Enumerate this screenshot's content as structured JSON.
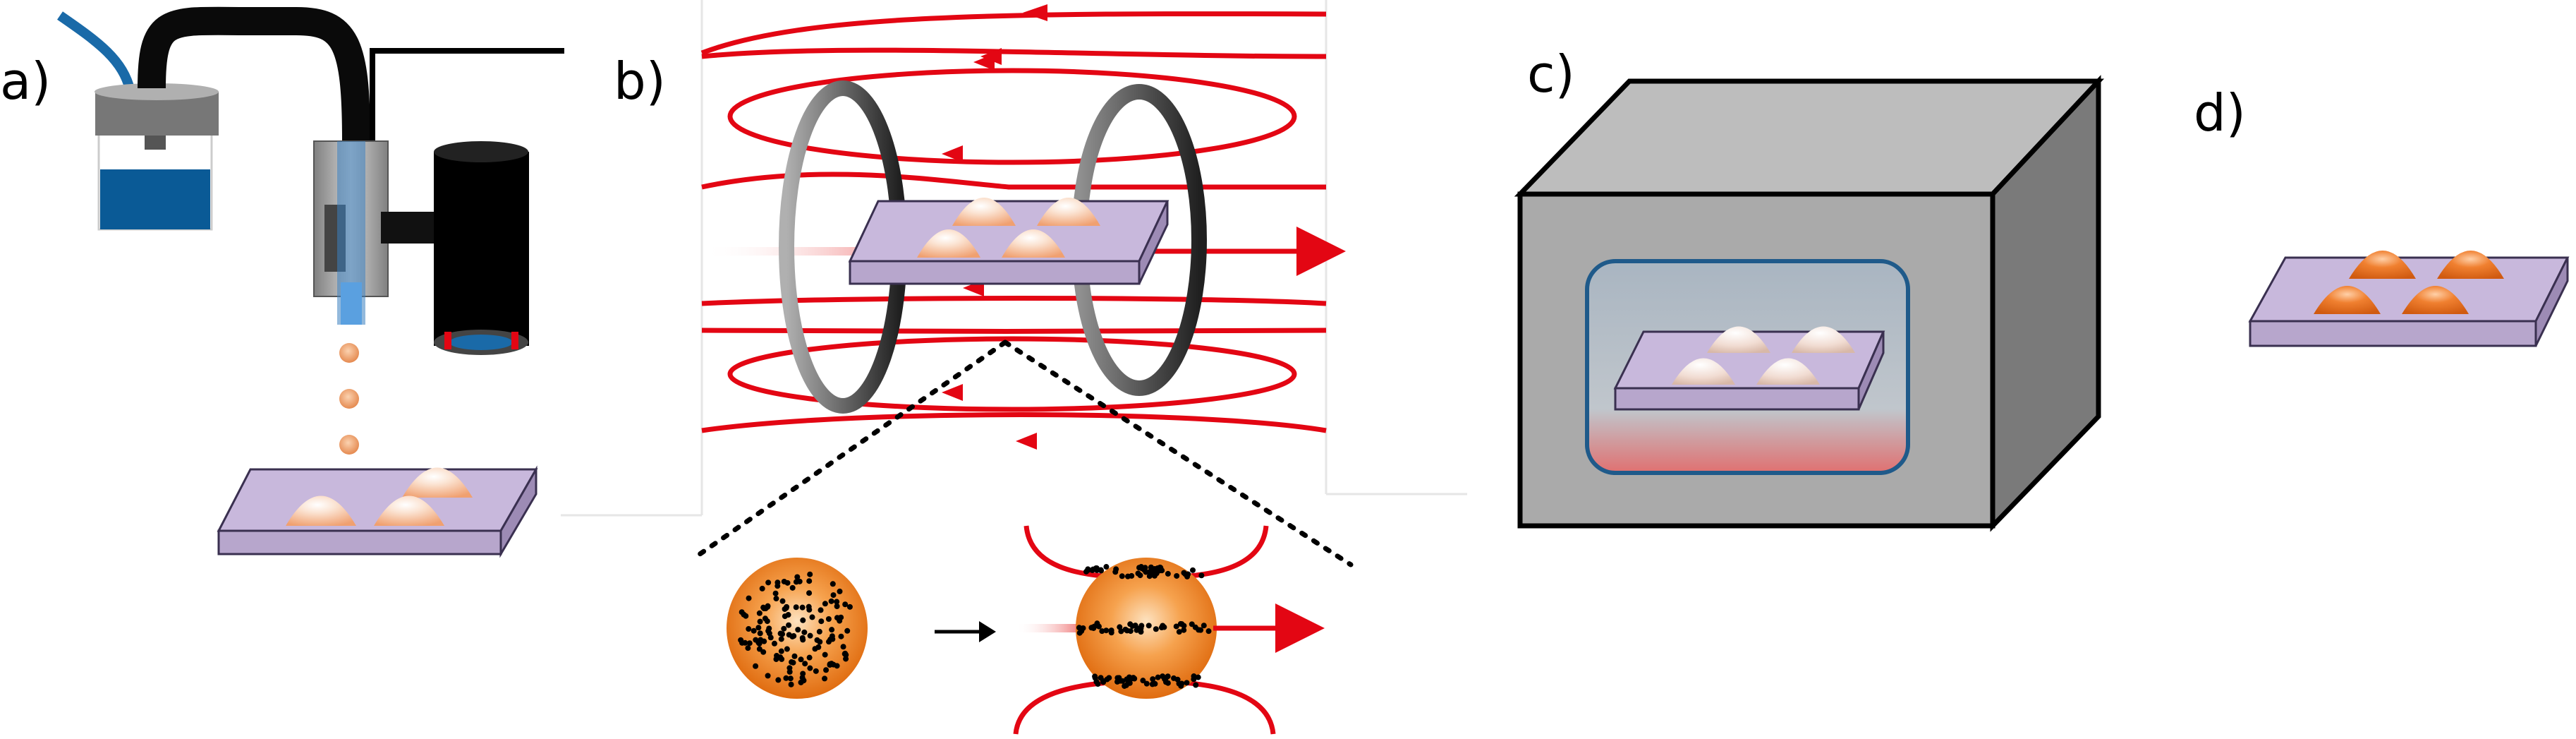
{
  "panels": {
    "a": {
      "label": "a)"
    },
    "b": {
      "label": "b)"
    },
    "c": {
      "label": "c)"
    },
    "d": {
      "label": "d)"
    }
  },
  "colors": {
    "field_line": "#e30613",
    "substrate_top": "#c8b8dc",
    "substrate_edge": "#3a3050",
    "droplet_light": "#f5c8a8",
    "droplet_orange": "#f07820",
    "oven_front": "#aaaaaa",
    "oven_top": "#bdbdbd",
    "oven_side": "#7a7a7a",
    "window_border": "#1f5a8a",
    "ink_blue": "#1a6aa8"
  }
}
